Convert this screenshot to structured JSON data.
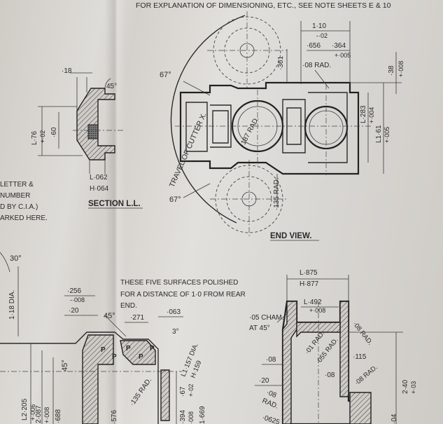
{
  "header_note": "FOR EXPLANATION OF DIMENSIONING, ETC., SEE NOTE SHEETS E & 10",
  "section_ll": {
    "title": "SECTION L.L.",
    "dim_top": "·18",
    "angle": "45°",
    "dim_l": "L·76",
    "dim_l_tol": "+·02",
    "dim_60": "·60",
    "dim_bottom_l": "L·062",
    "dim_bottom_h": "H·064"
  },
  "left_note": [
    "LETTER &",
    "NUMBER",
    "D BY C.I.A.)",
    "ARKED HERE."
  ],
  "end_view": {
    "title": "END VIEW.",
    "travel_label": "TRAVEL OF CUTTER X.",
    "angle_top": "67°",
    "angle_bottom": "67°",
    "dim_110": "1·10",
    "dim_110_tol": "-·02",
    "dim_656": "·656",
    "dim_364": "·364",
    "dim_364_tol": "+·005",
    "dim_361": "·361",
    "rad_08": "·08 RAD.",
    "dim_38": "·38",
    "dim_38_tol": "+·008",
    "dim_l283": "L·283",
    "dim_l283_tol": "+·004",
    "dim_l161": "L1·61",
    "dim_l161_tol": "+·005",
    "rad_187": "·187 RAD.",
    "rad_135": "·135 RAD."
  },
  "bottom_left": {
    "angle_30": "30°",
    "dim_118dia": "1·18 DIA.",
    "dim_256": "·256",
    "dim_256_tol": "-·008",
    "dim_20": "·20",
    "angle_45a": "45°",
    "angle_45b": "45°",
    "dim_271": "·271",
    "dim_063": "·063",
    "angle_3": "3°",
    "dia_l157": "L1·157 DIA.",
    "dia_h159": "H·159",
    "rad_135": "·135 RAD.",
    "dim_67": "·67",
    "dim_67_tol": "+·02",
    "dim_1669": "1·669",
    "dim_394": "·394",
    "dim_394_tol": "·008",
    "dim_l2205": "L2·205",
    "dim_l2205_tol": "+·006",
    "dim_2087": "2·087",
    "dim_2087_tol": "+·008",
    "dim_688": "·688",
    "dim_576": "·576",
    "p_mark": "P"
  },
  "polish_note": [
    "THESE FIVE SURFACES POLISHED",
    "FOR A DISTANCE OF 1·0 FROM REAR",
    "END."
  ],
  "bottom_right": {
    "dim_l875": "L·875",
    "dim_h877": "H·877",
    "dim_l492": "L·492",
    "dim_l492_tol": "+·008",
    "cham": "·05 CHAM.",
    "cham_at": "AT 45°",
    "rad_08a": "·08 RAD.",
    "rad_01": "·01 RAD.",
    "rad_055": "·055 RAD.",
    "dim_115": "·115",
    "dim_08a": "·08",
    "dim_08b": "·08",
    "rad_08b": "·08 RAD.",
    "dim_20": "·20",
    "rad_08c": "·08",
    "rad_word": "RAD.",
    "dim_240": "2·40",
    "dim_240_tol": "+·03",
    "dim_04": "·04",
    "dim_0625": "·0625"
  }
}
